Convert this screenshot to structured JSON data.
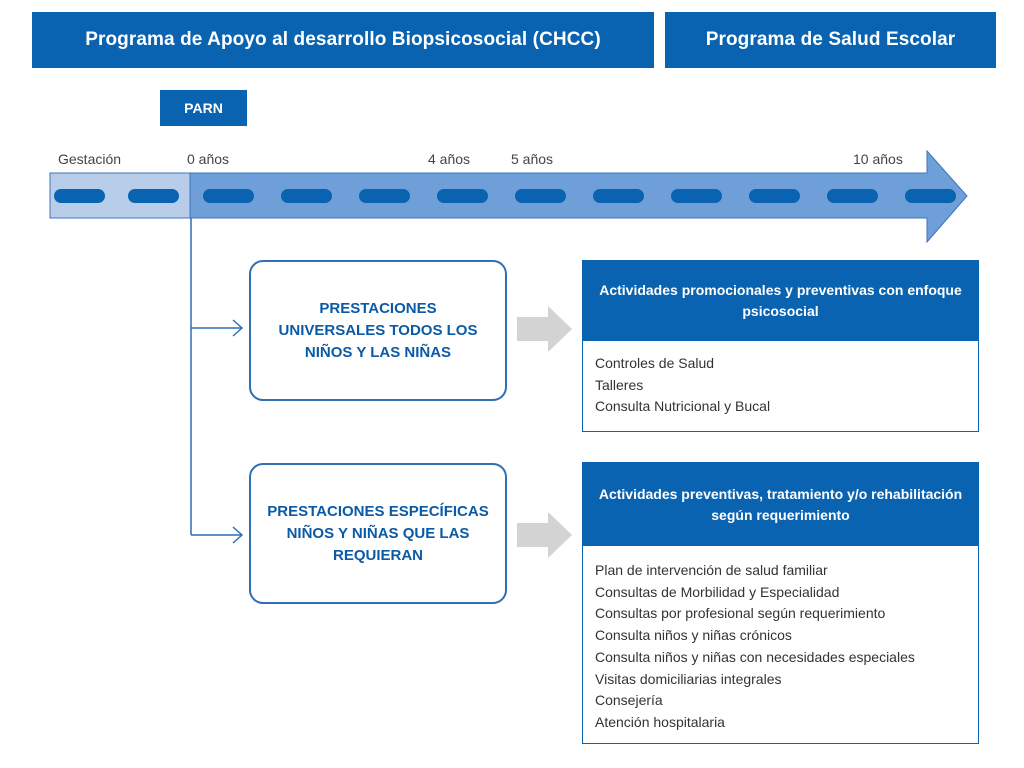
{
  "headers": {
    "chcc": "Programa de Apoyo al desarrollo Biopsicosocial (CHCC)",
    "escolar": "Programa de Salud Escolar"
  },
  "parn": "PARN",
  "timeline": {
    "ticks": [
      "Gestación",
      "0 años",
      "4 años",
      "5 años",
      "10 años"
    ]
  },
  "prestaciones": {
    "universal": "PRESTACIONES UNIVERSALES TODOS LOS NIÑOS Y LAS NIÑAS",
    "especificas": "PRESTACIONES ESPECÍFICAS NIÑOS Y NIÑAS QUE LAS REQUIERAN"
  },
  "actividades": {
    "promo": {
      "title": "Actividades promocionales y preventivas con enfoque psicosocial",
      "items": [
        "Controles de Salud",
        "Talleres",
        "Consulta Nutricional y Bucal"
      ]
    },
    "prev": {
      "title": "Actividades preventivas, tratamiento y/o rehabilitación según requerimiento",
      "items": [
        "Plan de intervención de salud familiar",
        "Consultas de Morbilidad y Especialidad",
        "Consultas por profesional según requerimiento",
        "Consulta niños y niñas crónicos",
        "Consulta niños y niñas con necesidades especiales",
        "Visitas domiciliarias integrales",
        "Consejería",
        "Atención hospitalaria"
      ]
    }
  },
  "colors": {
    "brand_blue": "#0a63b1",
    "arrow_fill": "#6e9fd8",
    "gestation_fill": "#b8cdea",
    "dash": "#0a63b1",
    "connector": "#2f6fb2",
    "gray_arrow": "#d3d3d3"
  }
}
